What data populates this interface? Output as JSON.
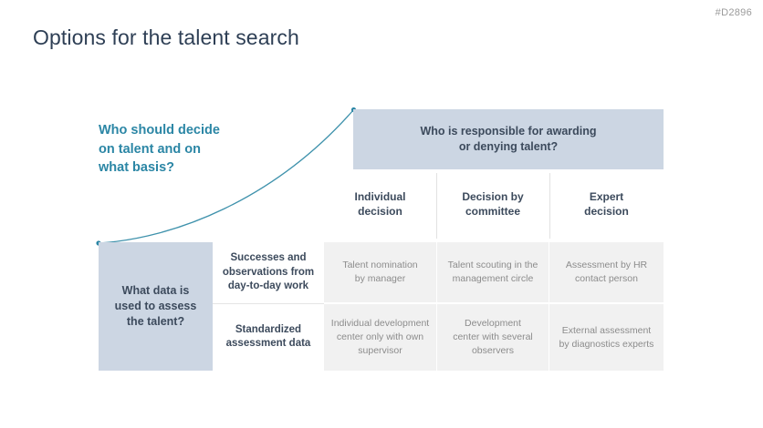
{
  "slide": {
    "title": "Options for the talent search",
    "reference_code": "#D2896",
    "accent_teal": "#2b86a5",
    "band_blue": "#ccd6e3",
    "cell_grey": "#f1f1f1",
    "title_color": "#2e3f55"
  },
  "axes": {
    "vertical_question": "Who should decide\non talent and on\nwhat basis?",
    "horizontal_question": "Who is responsible for awarding\nor denying talent?",
    "row_axis_label": "What data is\nused to assess\nthe talent?"
  },
  "matrix": {
    "column_headers": [
      "Individual\ndecision",
      "Decision by\ncommittee",
      "Expert\ndecision"
    ],
    "row_headers": [
      "Successes and\nobservations from\nday-to-day work",
      "Standardized\nassessment data"
    ],
    "cells": [
      [
        "Talent nomination\nby manager",
        "Talent scouting in the\nmanagement circle",
        "Assessment by HR\ncontact person"
      ],
      [
        "Individual development\ncenter only with own\nsupervisor",
        "Development\ncenter with several\nobservers",
        "External assessment\nby diagnostics experts"
      ]
    ]
  }
}
